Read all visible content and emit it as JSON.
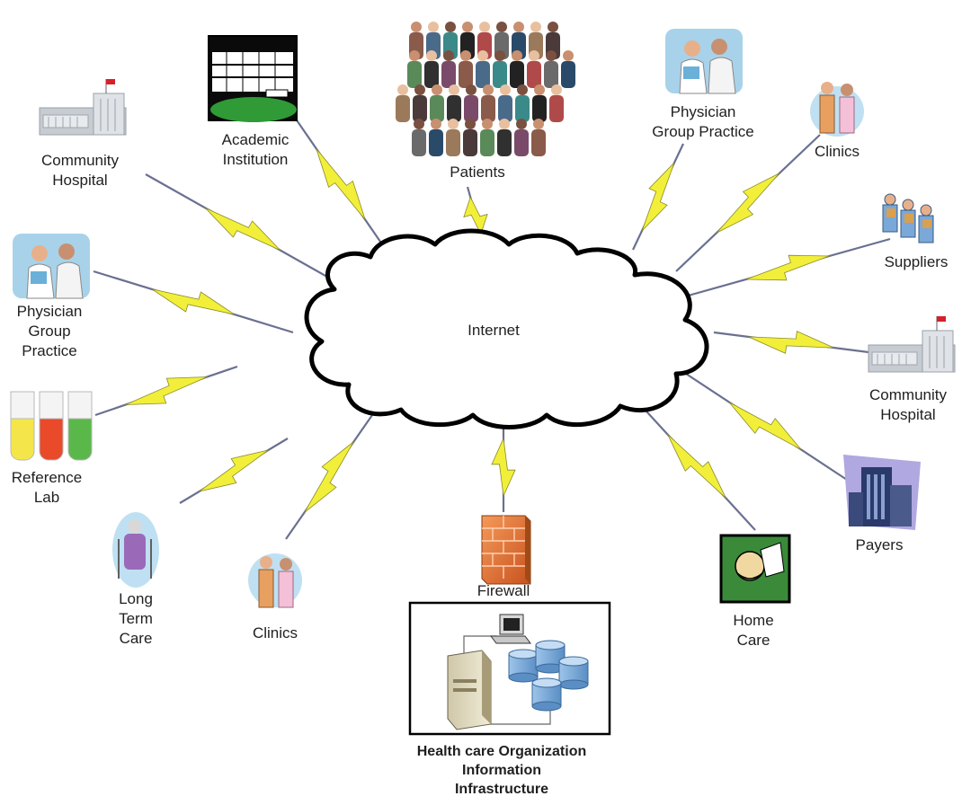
{
  "network": {
    "center": "Internet",
    "nodes": {
      "community_hospital_left": [
        "Community",
        "Hospital"
      ],
      "academic_institution": [
        "Academic",
        "Institution"
      ],
      "patients": [
        "Patients"
      ],
      "physician_group_right": [
        "Physician",
        "Group Practice"
      ],
      "clinics_top_right": [
        "Clinics"
      ],
      "suppliers": [
        "Suppliers"
      ],
      "physician_group_left": [
        "Physician",
        "Group",
        "Practice"
      ],
      "community_hospital_right": [
        "Community",
        "Hospital"
      ],
      "reference_lab": [
        "Reference",
        "Lab"
      ],
      "payers": [
        "Payers"
      ],
      "long_term_care": [
        "Long",
        "Term",
        "Care"
      ],
      "clinics_bottom": [
        "Clinics"
      ],
      "firewall": [
        "Firewall"
      ],
      "home_care": [
        "Home",
        "Care"
      ],
      "hco": [
        "Health care Organization",
        "Information",
        "Infrastructure"
      ]
    },
    "colors": {
      "bolt": "#f2ef3a",
      "bolt_stroke": "#8a8a2a",
      "link": "#6a7090",
      "cloud_stroke": "#000000",
      "firewall": "#e8743a",
      "building": "#9aa0a8",
      "patients": "#8a6a5a"
    }
  }
}
